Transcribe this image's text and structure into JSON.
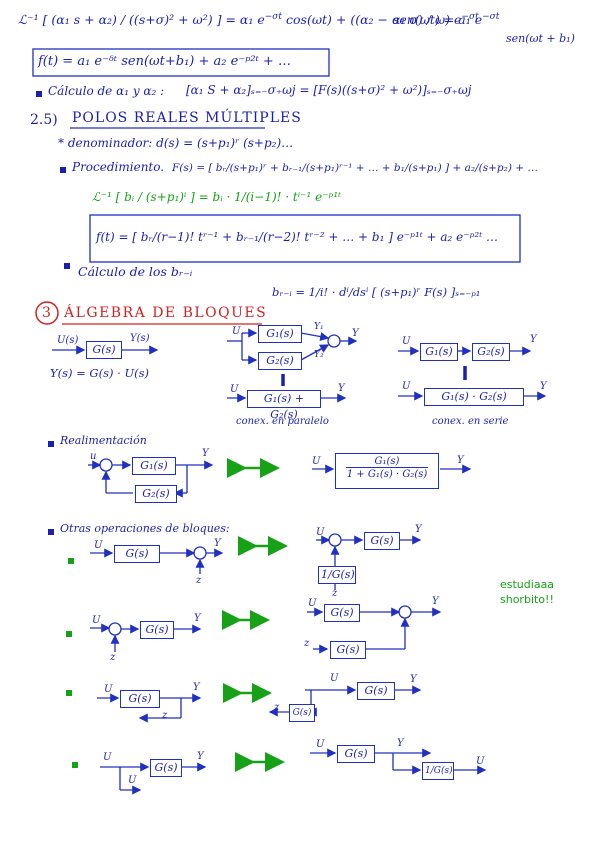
{
  "eq_top": {
    "lhs": "ℒ⁻¹ [ (α₁ s + α₂) / ((s+σ)² + ω²) ] = α₁ e",
    "exp1": "−σt",
    "mid": "cos(ωt) + ((α₂ − α₁ σ) / ω) e",
    "exp2": "−σt",
    "rhs": "sen(ωt) = a₁ e",
    "exp3": "−σt",
    "rhs2": "sen(ωt + b₁)"
  },
  "boxed_f": "f(t) = a₁ e⁻ᵟᵗ sen(ωt+b₁) + a₂ e⁻ᵖ²ᵗ + …",
  "calc_alpha": {
    "label": "Cálculo de α₁ y α₂ :",
    "expr": "[α₁ S + α₂]ₛ₌₋σ₊ωj = [F(s)((s+σ)² + ω²)]ₛ₌₋σ₊ωj"
  },
  "section_25": {
    "number": "2.5)",
    "title": "POLOS REALES MÚLTIPLES",
    "denominador": "* denominador:   d(s) = (s+p₁)ʳ (s+p₂)…",
    "procedimiento_label": "Procedimiento.",
    "procedimiento_expr": "F(s) = [ bᵣ/(s+p₁)ʳ + bᵣ₋₁/(s+p₁)ʳ⁻¹ + … + b₁/(s+p₁) ] + a₂/(s+p₂) + …",
    "inverse": "ℒ⁻¹ [ bᵢ / (s+p₁)ⁱ ] = bᵢ · 1/(i−1)! · tⁱ⁻¹ e⁻ᵖ¹ᵗ",
    "boxed": "f(t) = [ bᵣ/(r−1)! tʳ⁻¹ + bᵣ₋₁/(r−2)! tʳ⁻² + … + b₁ ] e⁻ᵖ¹ᵗ + a₂ e⁻ᵖ²ᵗ …",
    "calc_label": "Cálculo de los bᵣ₋ᵢ",
    "calc_expr": "bᵣ₋ᵢ = 1/i! · dⁱ/dsⁱ [ (s+p₁)ʳ F(s) ]ₛ₌₋ₚ₁"
  },
  "section_3": {
    "number": "3",
    "title": "ÁLGEBRA DE BLOQUES"
  },
  "basic": {
    "U": "U(s)",
    "G": "G(s)",
    "Y": "Y(s)",
    "eq": "Y(s) = G(s) · U(s)"
  },
  "parallel": {
    "U": "U",
    "G1": "G₁(s)",
    "G2": "G₂(s)",
    "Y1": "Y₁",
    "Y2": "Y₂",
    "Y": "Y",
    "sum": "G₁(s) + G₂(s)",
    "caption": "conex. en paralelo"
  },
  "series": {
    "U": "U",
    "G1": "G₁(s)",
    "G2": "G₂(s)",
    "Y": "Y",
    "prod": "G₁(s) · G₂(s)",
    "caption": "conex. en serie"
  },
  "feedback": {
    "label": "Realimentación",
    "u": "u",
    "G1": "G₁(s)",
    "G2": "G₂(s)",
    "Y": "Y",
    "num": "G₁(s)",
    "den": "1 + G₁(s) · G₂(s)",
    "U2": "U",
    "Y2": "Y"
  },
  "otras": {
    "label": "Otras operaciones de bloques:",
    "G": "G(s)",
    "invG": "1/G(s)",
    "U": "U",
    "Y": "Y",
    "z": "z"
  },
  "note": {
    "line1": "estudiaaa",
    "line2": "shorbito!!"
  },
  "colors": {
    "ink": "#1a1fb0",
    "red": "#d42020",
    "green": "#16a116"
  }
}
